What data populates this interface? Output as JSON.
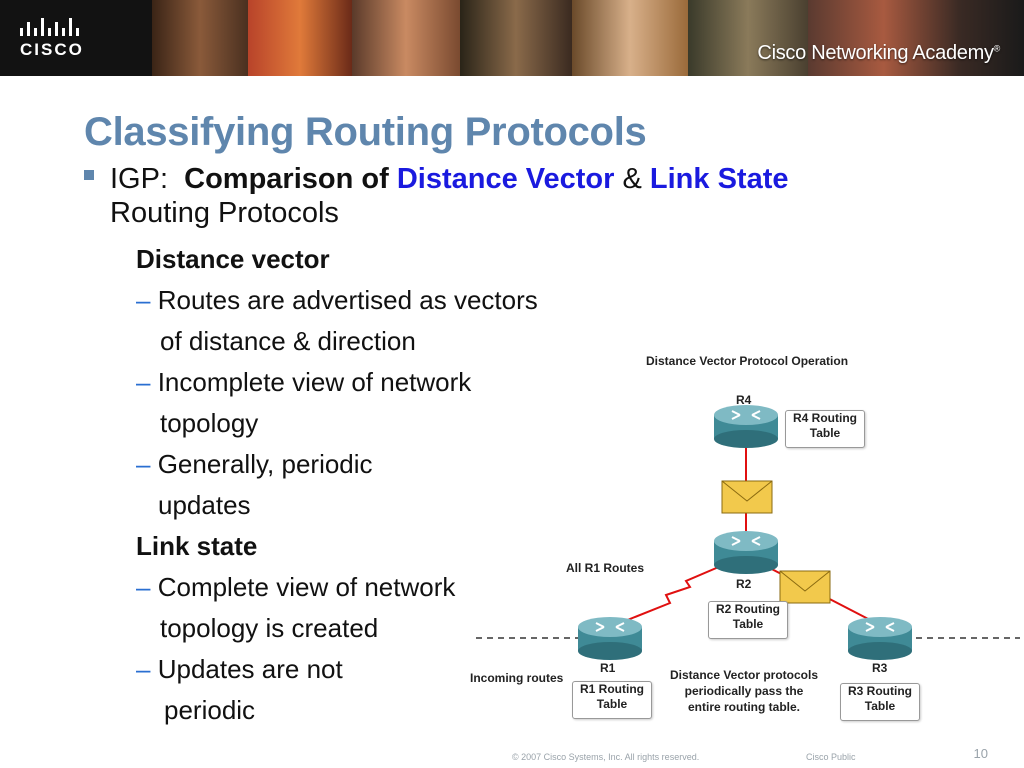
{
  "banner": {
    "logo_text": "CISCO",
    "academy_title": "Cisco Networking Academy",
    "trademark": "®"
  },
  "slide": {
    "title": "Classifying Routing Protocols",
    "igp": {
      "prefix": "IGP:",
      "comparison": "Comparison of",
      "distance_vector": "Distance Vector",
      "amp": "&",
      "link_state": "Link State",
      "suffix": "Routing Protocols"
    },
    "dv_heading": "Distance vector",
    "dv_items": [
      "Routes are advertised as vectors",
      "of distance & direction",
      "Incomplete view of network",
      "topology",
      "Generally, periodic",
      "updates"
    ],
    "ls_heading": "Link state",
    "ls_items": [
      "Complete view of network",
      "topology is created",
      "Updates are not",
      "periodic"
    ],
    "dash": "–"
  },
  "diagram": {
    "title": "Distance Vector Protocol Operation",
    "r4": "R4",
    "r4_table": [
      "R4 Routing",
      "Table"
    ],
    "r2": "R2",
    "r2_table": [
      "R2 Routing",
      "Table"
    ],
    "r1": "R1",
    "r1_table": [
      "R1 Routing",
      "Table"
    ],
    "r3": "R3",
    "r3_table": [
      "R3 Routing",
      "Table"
    ],
    "all_r1_routes": "All R1 Routes",
    "incoming_routes": "Incoming routes",
    "dv_note": [
      "Distance Vector protocols",
      "periodically pass the",
      "entire routing table."
    ],
    "colors": {
      "link": "#e01010",
      "router": "#3f8a96",
      "envelope": "#f2c94c"
    }
  },
  "footer": {
    "copyright": "© 2007 Cisco Systems, Inc. All rights reserved.",
    "classification": "Cisco Public",
    "page": "10"
  }
}
